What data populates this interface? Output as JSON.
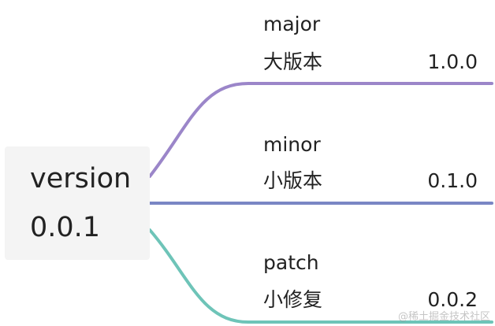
{
  "root": {
    "title": "version",
    "version": "0.0.1"
  },
  "branches": [
    {
      "name": "major",
      "subtitle": "大版本",
      "version": "1.0.0",
      "color": "#9b86c9"
    },
    {
      "name": "minor",
      "subtitle": "小版本",
      "version": "0.1.0",
      "color": "#7a86c4"
    },
    {
      "name": "patch",
      "subtitle": "小修复",
      "version": "0.0.2",
      "color": "#6ec4b8"
    }
  ],
  "watermark": "@稀土掘金技术社区"
}
